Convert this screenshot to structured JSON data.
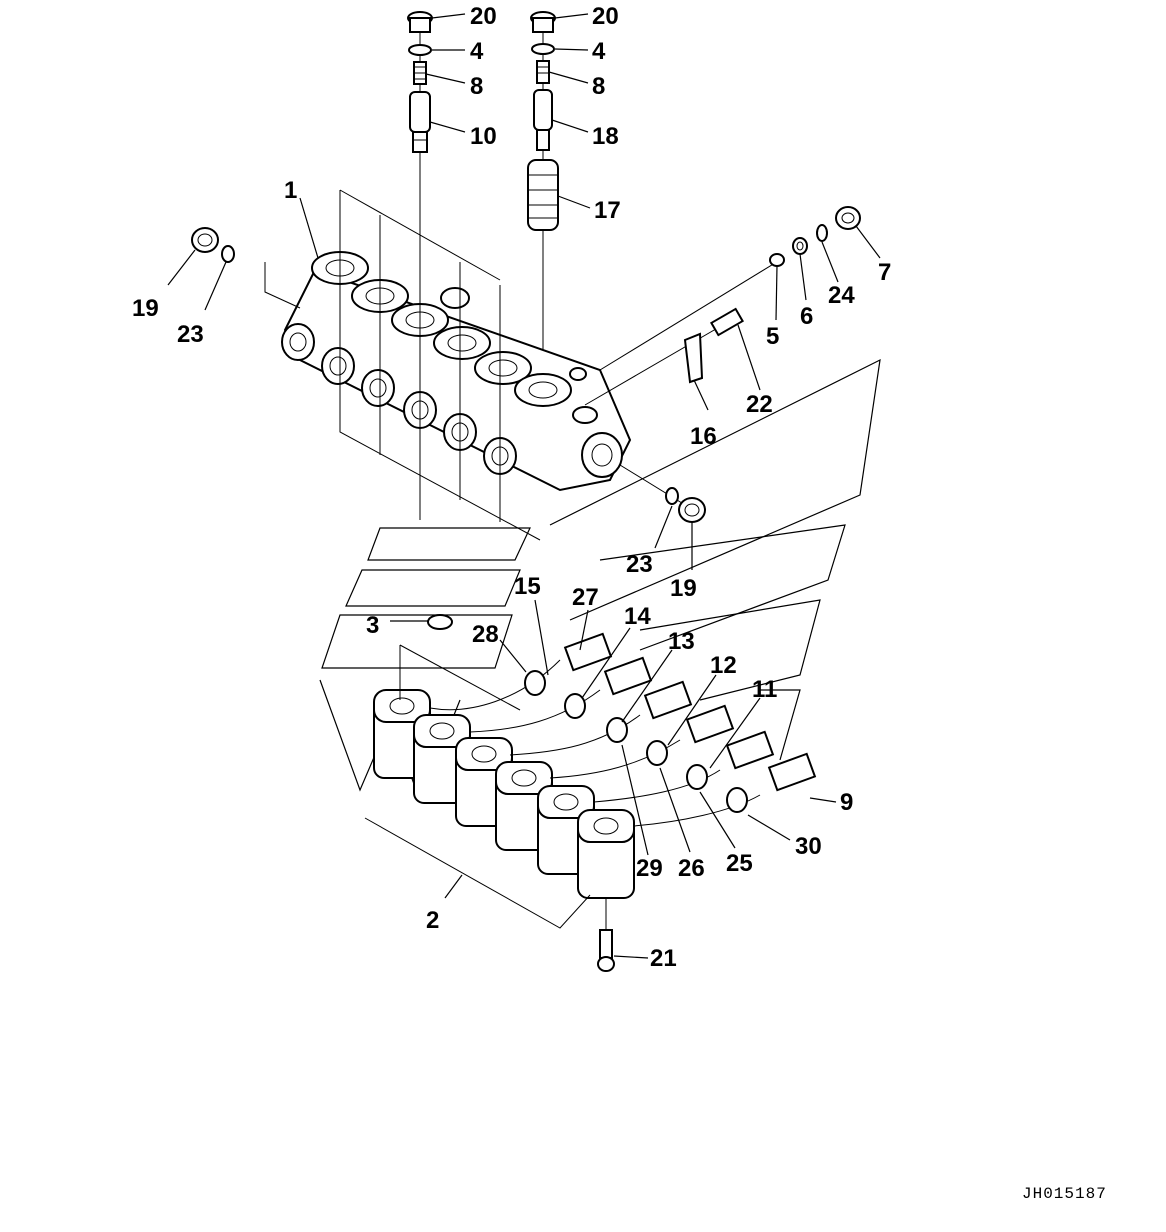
{
  "drawing_code": "JH015187",
  "callouts": [
    {
      "id": "c20a",
      "text": "20"
    },
    {
      "id": "c4a",
      "text": "4"
    },
    {
      "id": "c8a",
      "text": "8"
    },
    {
      "id": "c10",
      "text": "10"
    },
    {
      "id": "c20b",
      "text": "20"
    },
    {
      "id": "c4b",
      "text": "4"
    },
    {
      "id": "c8b",
      "text": "8"
    },
    {
      "id": "c18",
      "text": "18"
    },
    {
      "id": "c17",
      "text": "17"
    },
    {
      "id": "c1",
      "text": "1"
    },
    {
      "id": "c19a",
      "text": "19"
    },
    {
      "id": "c23a",
      "text": "23"
    },
    {
      "id": "c7",
      "text": "7"
    },
    {
      "id": "c24",
      "text": "24"
    },
    {
      "id": "c6",
      "text": "6"
    },
    {
      "id": "c5",
      "text": "5"
    },
    {
      "id": "c22",
      "text": "22"
    },
    {
      "id": "c16",
      "text": "16"
    },
    {
      "id": "c23b",
      "text": "23"
    },
    {
      "id": "c19b",
      "text": "19"
    },
    {
      "id": "c15",
      "text": "15"
    },
    {
      "id": "c27",
      "text": "27"
    },
    {
      "id": "c14",
      "text": "14"
    },
    {
      "id": "c13",
      "text": "13"
    },
    {
      "id": "c28",
      "text": "28"
    },
    {
      "id": "c3",
      "text": "3"
    },
    {
      "id": "c12",
      "text": "12"
    },
    {
      "id": "c11",
      "text": "11"
    },
    {
      "id": "c9",
      "text": "9"
    },
    {
      "id": "c30",
      "text": "30"
    },
    {
      "id": "c29",
      "text": "29"
    },
    {
      "id": "c26",
      "text": "26"
    },
    {
      "id": "c25",
      "text": "25"
    },
    {
      "id": "c2",
      "text": "2"
    },
    {
      "id": "c21",
      "text": "21"
    }
  ]
}
